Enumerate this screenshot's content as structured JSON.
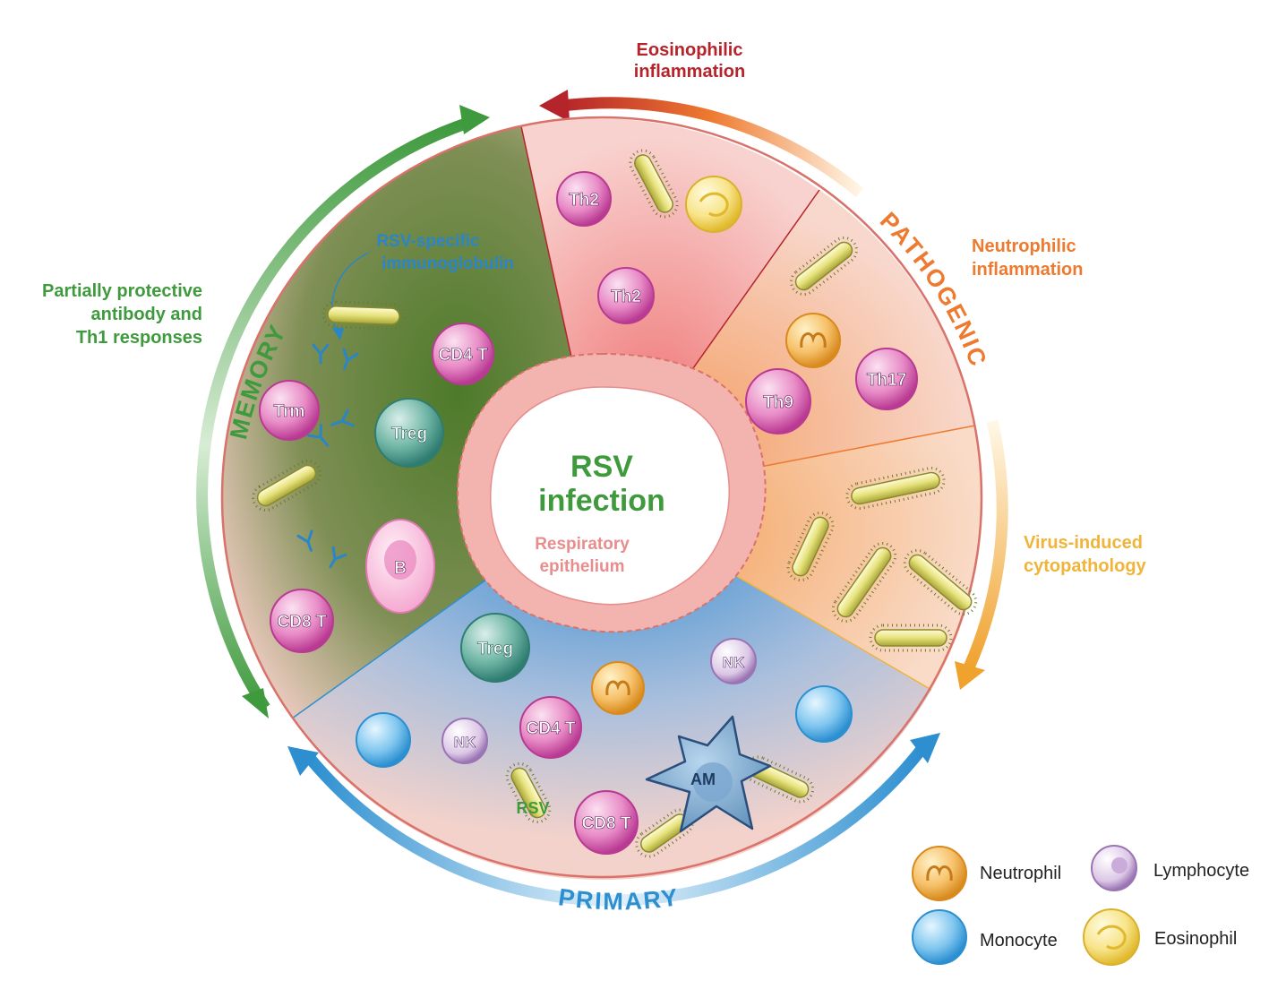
{
  "center": {
    "title_line1": "RSV",
    "title_line2": "infection",
    "epithelium_line1": "Respiratory",
    "epithelium_line2": "epithelium"
  },
  "arcs": {
    "memory": "MEMORY",
    "pathogenic": "PATHOGENIC",
    "primary": "PRIMARY"
  },
  "outer_labels": {
    "eosinophilic_line1": "Eosinophilic",
    "eosinophilic_line2": "inflammation",
    "neutrophilic_line1": "Neutrophilic",
    "neutrophilic_line2": "inflammation",
    "virus_induced_line1": "Virus-induced",
    "virus_induced_line2": "cytopathology",
    "partially_line1": "Partially protective",
    "partially_line2": "antibody and",
    "partially_line3": "Th1 responses",
    "rsv_specific_line1": "RSV-specific",
    "rsv_specific_line2": "immunoglobulin"
  },
  "cells": {
    "th2_a": "Th2",
    "th2_b": "Th2",
    "th9": "Th9",
    "th17": "Th17",
    "cd4t_memory": "CD4 T",
    "trm": "Trm",
    "treg_memory": "Treg",
    "b": "B",
    "cd8t_memory": "CD8 T",
    "treg_primary": "Treg",
    "nk_a": "NK",
    "nk_b": "NK",
    "cd4t_primary": "CD4 T",
    "cd8t_primary": "CD8 T",
    "am": "AM",
    "rsv": "RSV"
  },
  "legend": {
    "neutrophil": "Neutrophil",
    "lymphocyte": "Lymphocyte",
    "monocyte": "Monocyte",
    "eosinophil": "Eosinophil"
  },
  "colors": {
    "memory_green": "#3f9a3e",
    "eosinophilic_red": "#b5242a",
    "pathogenic_orange": "#ee7a2f",
    "virus_yellow": "#f0b43a",
    "primary_blue": "#2d8fd0",
    "immunoglobulin_blue": "#2a86c7",
    "epithelium_pink": "#e88d8d"
  }
}
